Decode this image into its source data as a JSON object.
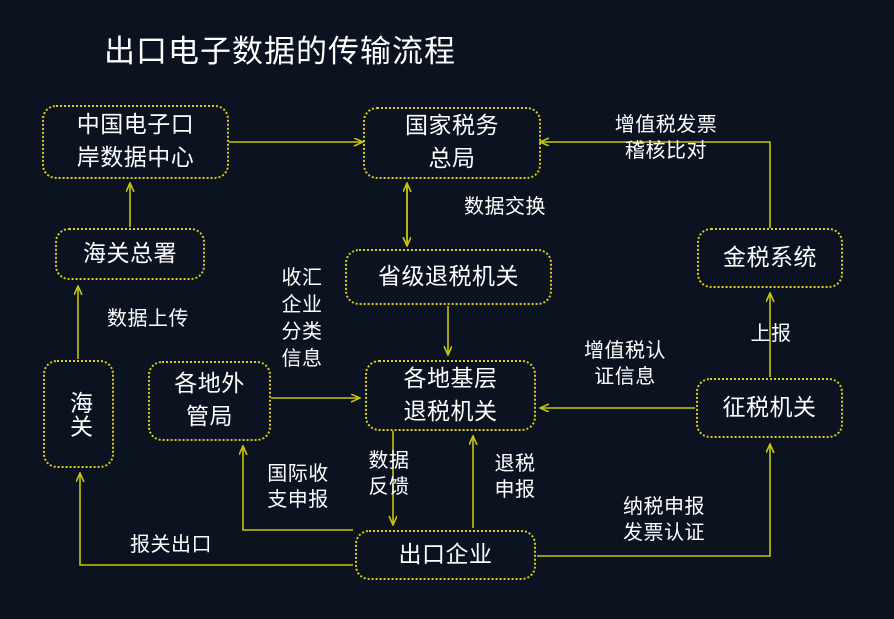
{
  "page": {
    "title": "出口电子数据的传输流程",
    "background_color": "#0b1220",
    "node_border_color": "#d8d017",
    "edge_color": "#c8c40f",
    "text_color": "#ffffff"
  },
  "nodes": [
    {
      "id": "china-eport-data-center",
      "label": "中国电子口\n岸数据中心"
    },
    {
      "id": "state-taxation-administration",
      "label": "国家税务\n总局"
    },
    {
      "id": "customs-general-administration",
      "label": "海关总署"
    },
    {
      "id": "golden-tax-system",
      "label": "金税系统"
    },
    {
      "id": "provincial-tax-refund-authority",
      "label": "省级退税机关"
    },
    {
      "id": "customs",
      "label": "海关"
    },
    {
      "id": "local-foreign-exchange-bureau",
      "label": "各地外\n管局"
    },
    {
      "id": "local-grassroots-tax-refund-authority",
      "label": "各地基层\n退税机关"
    },
    {
      "id": "tax-collection-authority",
      "label": "征税机关"
    },
    {
      "id": "export-enterprise",
      "label": "出口企业"
    }
  ],
  "edge_labels": [
    {
      "id": "vat-invoice-audit",
      "text": "增值税发票\n稽核比对"
    },
    {
      "id": "data-exchange",
      "text": "数据交换"
    },
    {
      "id": "data-upload",
      "text": "数据上传"
    },
    {
      "id": "fx-enterprise-classification",
      "text": "收汇\n企业\n分类\n信息"
    },
    {
      "id": "vat-certification-info",
      "text": "增值税认\n证信息"
    },
    {
      "id": "report-upward",
      "text": "上报"
    },
    {
      "id": "international-balance-declaration",
      "text": "国际收\n支申报"
    },
    {
      "id": "data-feedback",
      "text": "数据\n反馈"
    },
    {
      "id": "tax-refund-declaration",
      "text": "退税\n申报"
    },
    {
      "id": "tax-declaration-invoice-certification",
      "text": "纳税申报\n发票认证"
    },
    {
      "id": "customs-declaration-export",
      "text": "报关出口"
    }
  ],
  "flows": [
    {
      "from": "中国电子口岸数据中心",
      "to": "国家税务总局",
      "label": ""
    },
    {
      "from": "海关总署",
      "to": "中国电子口岸数据中心",
      "label": ""
    },
    {
      "from": "海关",
      "to": "海关总署",
      "label": "数据上传"
    },
    {
      "from": "金税系统",
      "to": "国家税务总局",
      "label": "增值税发票稽核比对"
    },
    {
      "from": "国家税务总局",
      "to": "省级退税机关",
      "label": "数据交换",
      "bidirectional": true
    },
    {
      "from": "省级退税机关",
      "to": "各地基层退税机关",
      "label": ""
    },
    {
      "from": "各地外管局",
      "to": "各地基层退税机关",
      "label": "收汇企业分类信息"
    },
    {
      "from": "征税机关",
      "to": "各地基层退税机关",
      "label": "增值税认证信息"
    },
    {
      "from": "征税机关",
      "to": "金税系统",
      "label": "上报"
    },
    {
      "from": "各地基层退税机关",
      "to": "出口企业",
      "label": "数据反馈"
    },
    {
      "from": "出口企业",
      "to": "各地基层退税机关",
      "label": "退税申报"
    },
    {
      "from": "出口企业",
      "to": "征税机关",
      "label": "纳税申报发票认证"
    },
    {
      "from": "出口企业",
      "to": "各地外管局",
      "label": "国际收支申报"
    },
    {
      "from": "出口企业",
      "to": "海关",
      "label": "报关出口"
    }
  ]
}
